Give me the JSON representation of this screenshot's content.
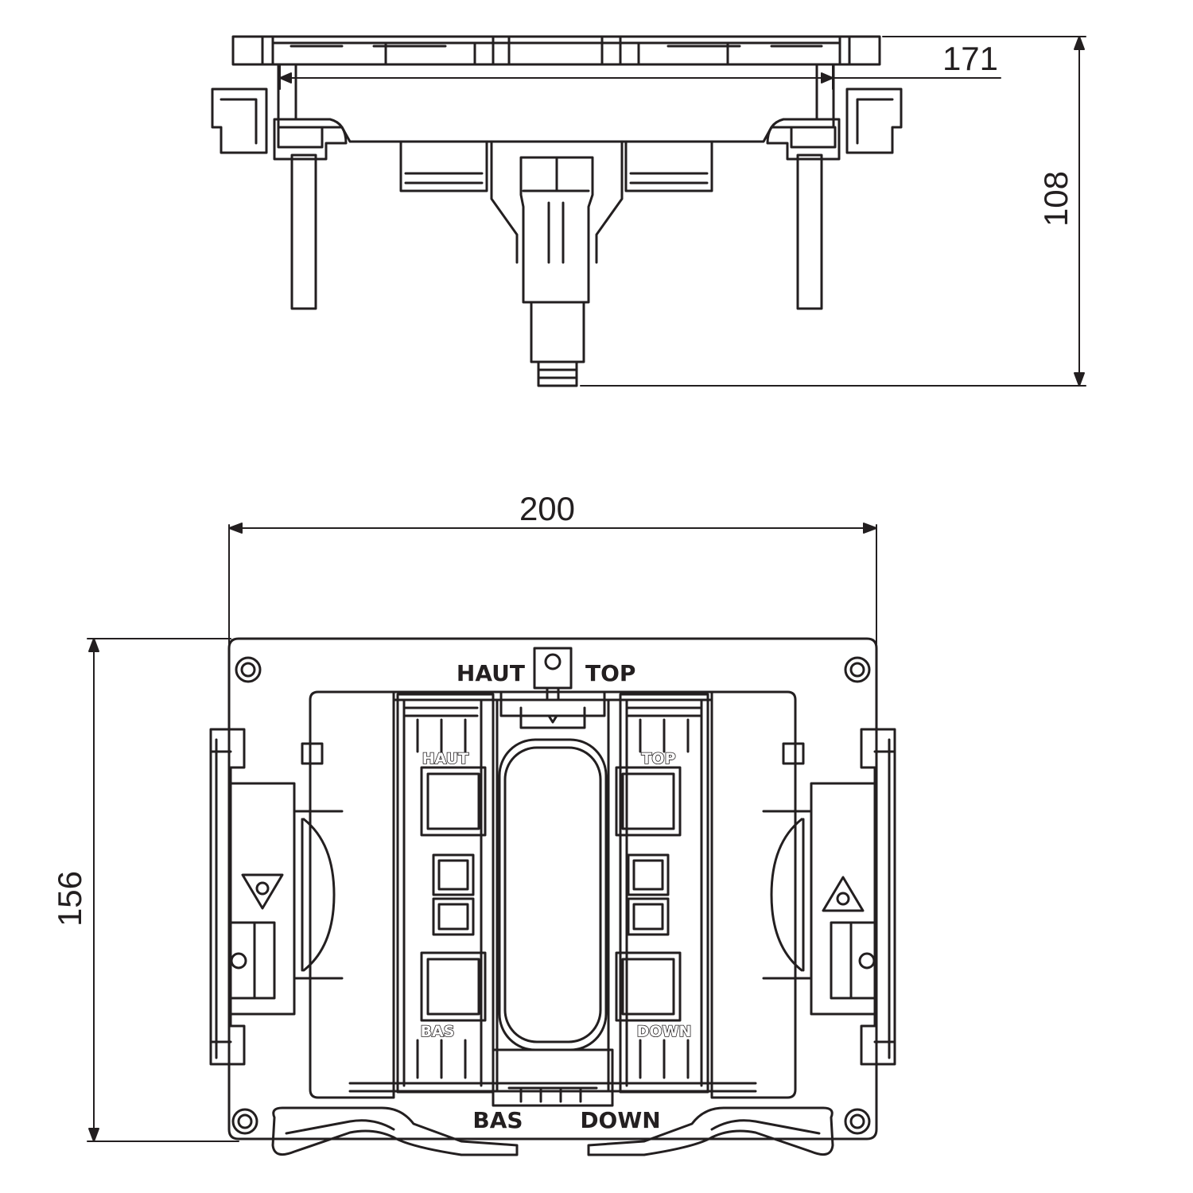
{
  "dimensions": {
    "side_width": "171",
    "side_height": "108",
    "top_width": "200",
    "top_height": "156"
  },
  "labels": {
    "haut": "HAUT",
    "top": "TOP",
    "bas": "BAS",
    "down": "DOWN",
    "inner_haut": "HAUT",
    "inner_top": "TOP",
    "inner_bas": "BAS",
    "inner_down": "DOWN"
  },
  "colors": {
    "line": "#231f20",
    "background": "#ffffff"
  }
}
